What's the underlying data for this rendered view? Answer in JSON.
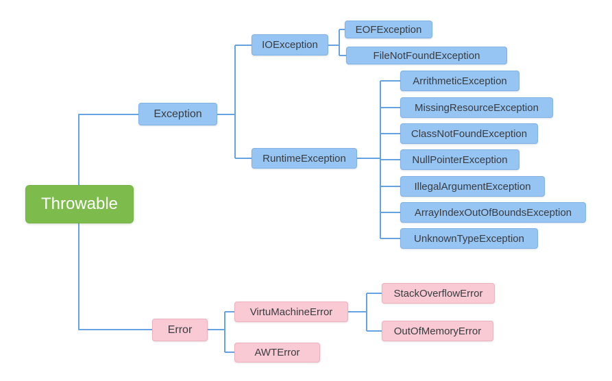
{
  "nodes": {
    "throwable": "Throwable",
    "exception": "Exception",
    "ioexception": "IOException",
    "eofexception": "EOFException",
    "filenotfoundexception": "FileNotFoundException",
    "runtimeexception": "RuntimeException",
    "arrithmeticexception": "ArrithmeticException",
    "missingresourceexception": "MissingResourceException",
    "classnotfoundexception": "ClassNotFoundException",
    "nullpointerexception": "NullPointerException",
    "illegalargumentexception": "IllegalArgumentException",
    "arrayindexoutofboundsexception": "ArrayIndexOutOfBoundsException",
    "unknowntypeexception": "UnknownTypeException",
    "error": "Error",
    "virtumachineerror": "VirtuMachineError",
    "awterror": "AWTError",
    "stackoverflowerror": "StackOverflowError",
    "outofmemoryerror": "OutOfMemoryError"
  },
  "tree": {
    "Throwable": {
      "Exception": {
        "IOException": [
          "EOFException",
          "FileNotFoundException"
        ],
        "RuntimeException": [
          "ArrithmeticException",
          "MissingResourceException",
          "ClassNotFoundException",
          "NullPointerException",
          "IllegalArgumentException",
          "ArrayIndexOutOfBoundsException",
          "UnknownTypeException"
        ]
      },
      "Error": {
        "VirtuMachineError": [
          "StackOverflowError",
          "OutOfMemoryError"
        ],
        "AWTError": []
      }
    }
  },
  "colors": {
    "root_fill": "#7cbb4c",
    "exception_branch_fill": "#97c5f3",
    "error_branch_fill": "#f9cad3",
    "connector": "#64a2e2",
    "node_text": "#383b40",
    "root_text": "#ffffff",
    "background": "#ffffff"
  }
}
